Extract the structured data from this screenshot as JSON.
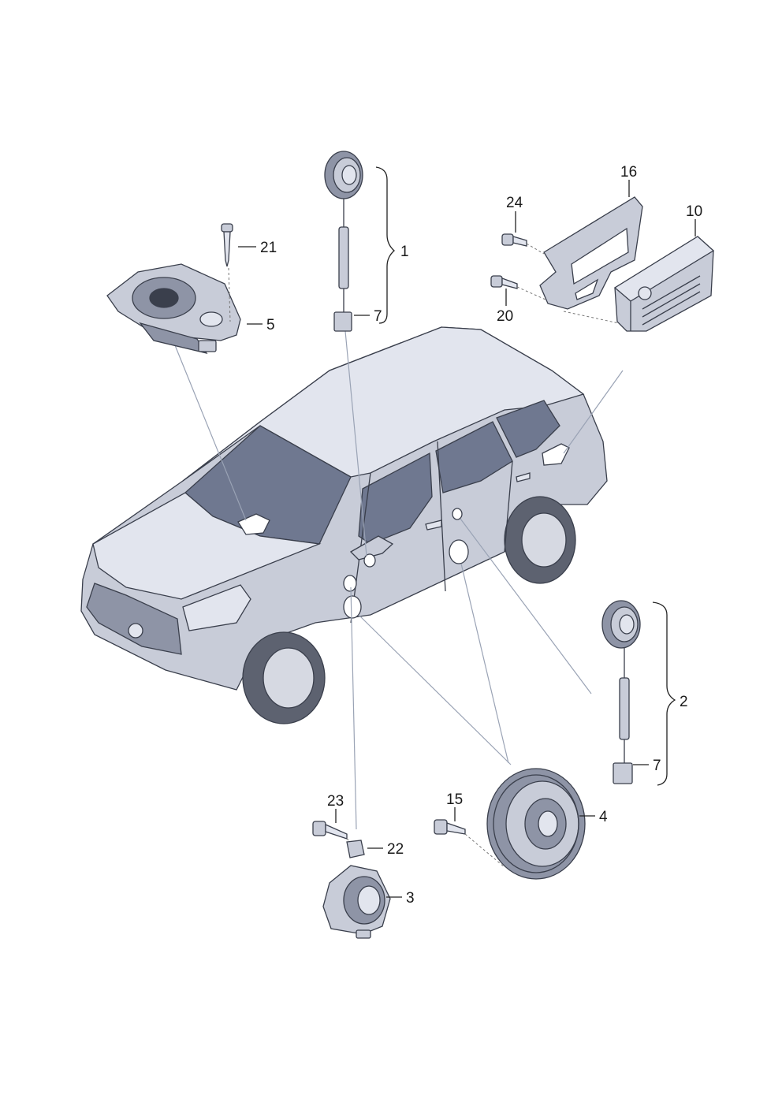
{
  "callouts": {
    "c1": "1",
    "c2": "2",
    "c3": "3",
    "c4": "4",
    "c5": "5",
    "c7a": "7",
    "c7b": "7",
    "c10": "10",
    "c15": "15",
    "c16": "16",
    "c20": "20",
    "c21": "21",
    "c22": "22",
    "c23": "23",
    "c24": "24"
  },
  "colors": {
    "body": "#c8ccd8",
    "glass": "#6f7890",
    "line": "#222222",
    "pointer": "#9aa3b5"
  },
  "icons": {
    "vehicle": "suv-vehicle-illustration",
    "tweeter": "tweeter-speaker-icon",
    "woofer": "woofer-speaker-icon",
    "amplifier": "amplifier-icon",
    "bracket": "bracket-icon",
    "screw": "screw-icon"
  }
}
